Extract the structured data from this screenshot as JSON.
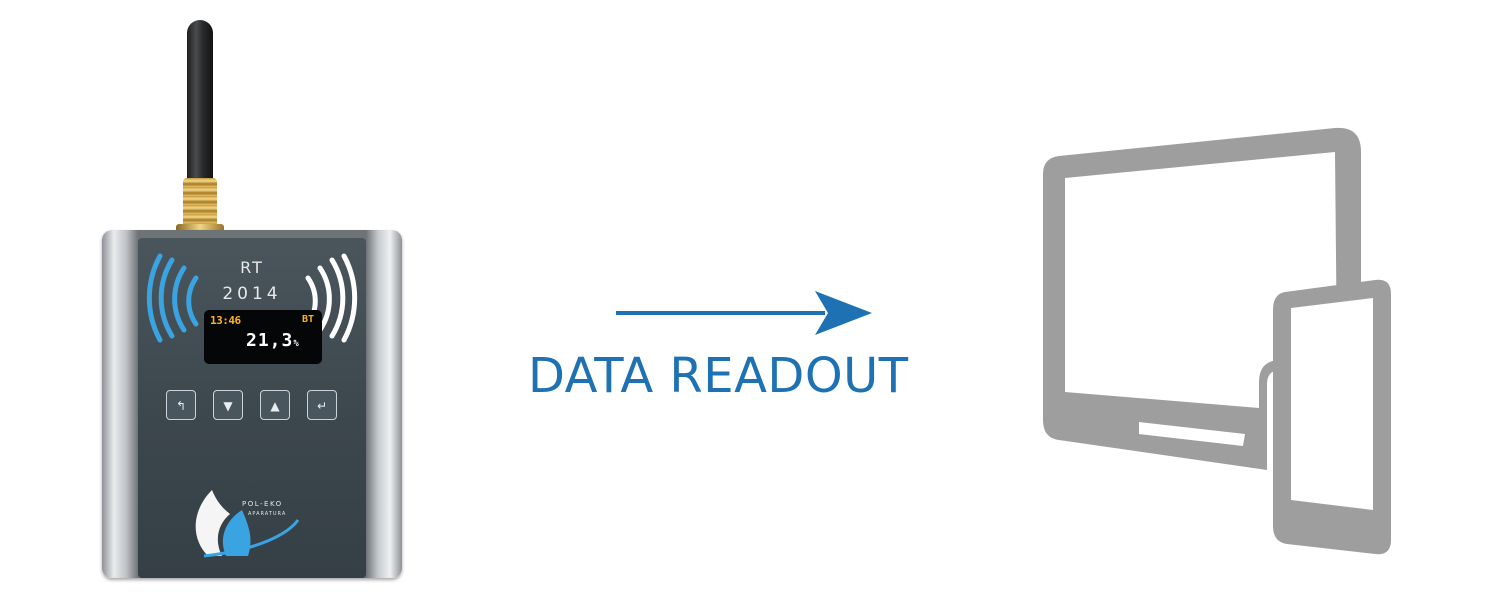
{
  "device": {
    "model_line1": "RT",
    "model_line2": "2014",
    "lcd": {
      "time": "13:46",
      "flag": "BT",
      "value": "21,3",
      "unit": "%"
    },
    "keys": [
      "↰",
      "▼",
      "▲",
      "↵"
    ],
    "brand_name": "POL-EKO",
    "brand_sub": "APARATURA"
  },
  "arrow": {
    "label": "DATA READOUT",
    "color": "#1e72b4"
  },
  "screens": {
    "icon": "tablet-and-phone-icon",
    "color": "#9e9e9e"
  }
}
